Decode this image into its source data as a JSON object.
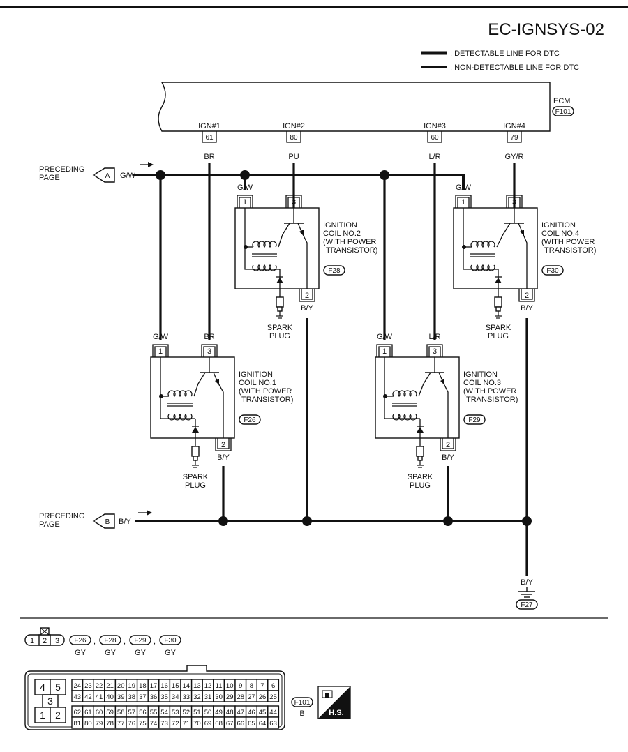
{
  "header": {
    "title": "EC-IGNSYS-02",
    "legend": [
      ": DETECTABLE LINE FOR DTC",
      ": NON-DETECTABLE LINE FOR DTC"
    ]
  },
  "ecm": {
    "label": "ECM",
    "connector": "F101",
    "terminals": [
      {
        "name": "IGN#1",
        "pin": "61",
        "wire": "BR"
      },
      {
        "name": "IGN#2",
        "pin": "80",
        "wire": "PU"
      },
      {
        "name": "IGN#3",
        "pin": "60",
        "wire": "L/R"
      },
      {
        "name": "IGN#4",
        "pin": "79",
        "wire": "GY/R"
      }
    ]
  },
  "preceding": {
    "label1": "PRECEDING",
    "label2": "PAGE",
    "a": {
      "letter": "A",
      "wire": "G/W"
    },
    "b": {
      "letter": "B",
      "wire": "B/Y"
    }
  },
  "coils": [
    {
      "line1": "IGNITION",
      "line2": "COIL NO.1",
      "line3": "(WITH POWER",
      "line4": "TRANSISTOR)",
      "connector": "F26",
      "wire1": "G/W",
      "wire3": "BR",
      "wire2": "B/Y",
      "pin1": "1",
      "pin2": "2",
      "pin3": "3"
    },
    {
      "line1": "IGNITION",
      "line2": "COIL NO.2",
      "line3": "(WITH POWER",
      "line4": "TRANSISTOR)",
      "connector": "F28",
      "wire1": "G/W",
      "wire3": "",
      "wire2": "B/Y",
      "pin1": "1",
      "pin2": "2",
      "pin3": "3"
    },
    {
      "line1": "IGNITION",
      "line2": "COIL NO.3",
      "line3": "(WITH POWER",
      "line4": "TRANSISTOR)",
      "connector": "F29",
      "wire1": "G/W",
      "wire3": "L/R",
      "wire2": "B/Y",
      "pin1": "1",
      "pin2": "2",
      "pin3": "3"
    },
    {
      "line1": "IGNITION",
      "line2": "COIL NO.4",
      "line3": "(WITH POWER",
      "line4": "TRANSISTOR)",
      "connector": "F30",
      "wire1": "G/W",
      "wire3": "",
      "wire2": "B/Y",
      "pin1": "1",
      "pin2": "2",
      "pin3": "3"
    }
  ],
  "spark_plug": {
    "line1": "SPARK",
    "line2": "PLUG"
  },
  "ground": {
    "wire": "B/Y",
    "connector": "F27"
  },
  "connectors_panel": {
    "coil_conn_pins": [
      "1",
      "2",
      "3"
    ],
    "coil_conns": [
      {
        "id": "F26",
        "color": "GY"
      },
      {
        "id": "F28",
        "color": "GY"
      },
      {
        "id": "F29",
        "color": "GY"
      },
      {
        "id": "F30",
        "color": "GY"
      }
    ],
    "ecm_left_pins": [
      "4",
      "5",
      "3",
      "1",
      "2"
    ],
    "ecm_rows": [
      [
        "24",
        "23",
        "22",
        "21",
        "20",
        "19",
        "18",
        "17",
        "16",
        "15",
        "14",
        "13",
        "12",
        "11",
        "10",
        "9",
        "8",
        "7",
        "6"
      ],
      [
        "43",
        "42",
        "41",
        "40",
        "39",
        "38",
        "37",
        "36",
        "35",
        "34",
        "33",
        "32",
        "31",
        "30",
        "29",
        "28",
        "27",
        "26",
        "25"
      ],
      [
        "62",
        "61",
        "60",
        "59",
        "58",
        "57",
        "56",
        "55",
        "54",
        "53",
        "52",
        "51",
        "50",
        "49",
        "48",
        "47",
        "46",
        "45",
        "44"
      ],
      [
        "81",
        "80",
        "79",
        "78",
        "77",
        "76",
        "75",
        "74",
        "73",
        "72",
        "71",
        "70",
        "69",
        "68",
        "67",
        "66",
        "65",
        "64",
        "63"
      ]
    ],
    "ecm_conn": {
      "id": "F101",
      "color": "B"
    },
    "hs": "H.S."
  }
}
